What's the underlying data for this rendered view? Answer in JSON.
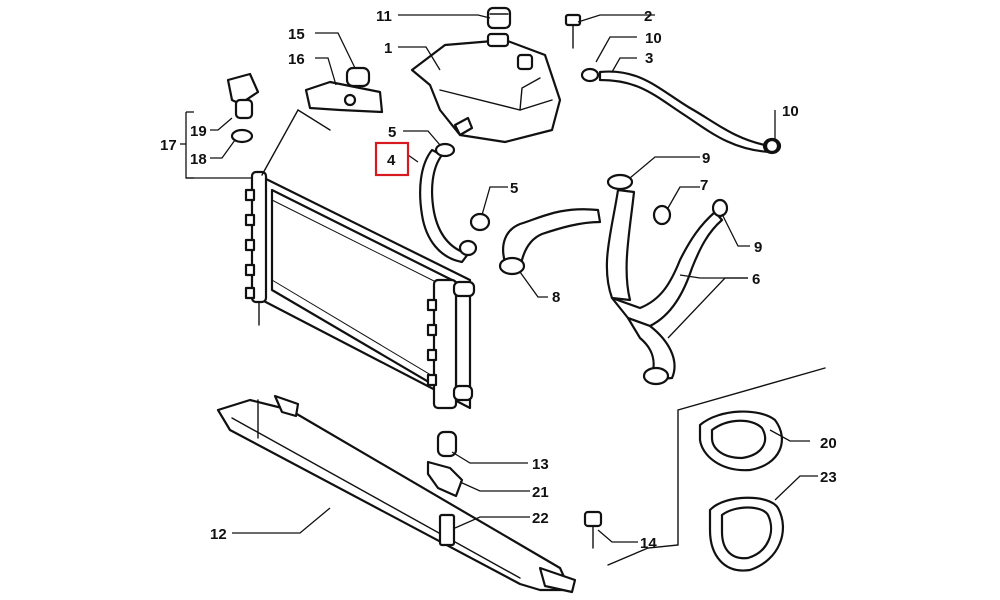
{
  "diagram": {
    "highlighted_part": "4",
    "highlight_color": "#d71920",
    "line_color": "#111111",
    "background": "#ffffff",
    "callouts": {
      "c1": "1",
      "c2": "2",
      "c3": "3",
      "c4": "4",
      "c5a": "5",
      "c5b": "5",
      "c6": "6",
      "c7": "7",
      "c8": "8",
      "c9a": "9",
      "c9b": "9",
      "c10a": "10",
      "c10b": "10",
      "c11": "11",
      "c12": "12",
      "c13": "13",
      "c14": "14",
      "c15": "15",
      "c16": "16",
      "c17": "17",
      "c18": "18",
      "c19": "19",
      "c20": "20",
      "c21": "21",
      "c22": "22",
      "c23": "23"
    }
  }
}
